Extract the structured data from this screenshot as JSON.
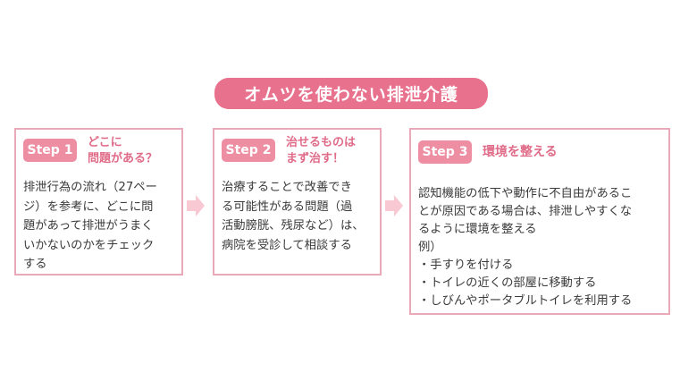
{
  "title": "オムツを使わない排泄介護",
  "steps": [
    {
      "badge": "Step 1",
      "heading": "どこに\n問題がある？",
      "body_lines": [
        "排泄行為の流れ（27ペー",
        "ジ）を参考に、どこに問",
        "題があって排泄がうまく",
        "いかないのかをチェック",
        "する"
      ]
    },
    {
      "badge": "Step 2",
      "heading": "治せるものは\nまず治す！",
      "body_lines": [
        "治療することで改善でき",
        "る可能性がある問題（過",
        "活動膀胱、残尿など）は、",
        "病院を受診して相談する"
      ]
    },
    {
      "badge": "Step 3",
      "heading": "環境を整える",
      "body_lines": [
        "認知機能の低下や動作に不自由があるこ",
        "とが原因である場合は、排泄しやすくな",
        "るように環境を整える",
        "例）",
        "・手すりを付ける",
        "・トイレの近くの部屋に移動する",
        "・しびんやポータブルトイレを利用する"
      ]
    }
  ],
  "colors": {
    "title_bg": "#e8728e",
    "badge_bg": "#ee8ea3",
    "heading_text": "#e06b88",
    "card_border": "#e9a9b9",
    "arrow": "#f8c8d3"
  }
}
